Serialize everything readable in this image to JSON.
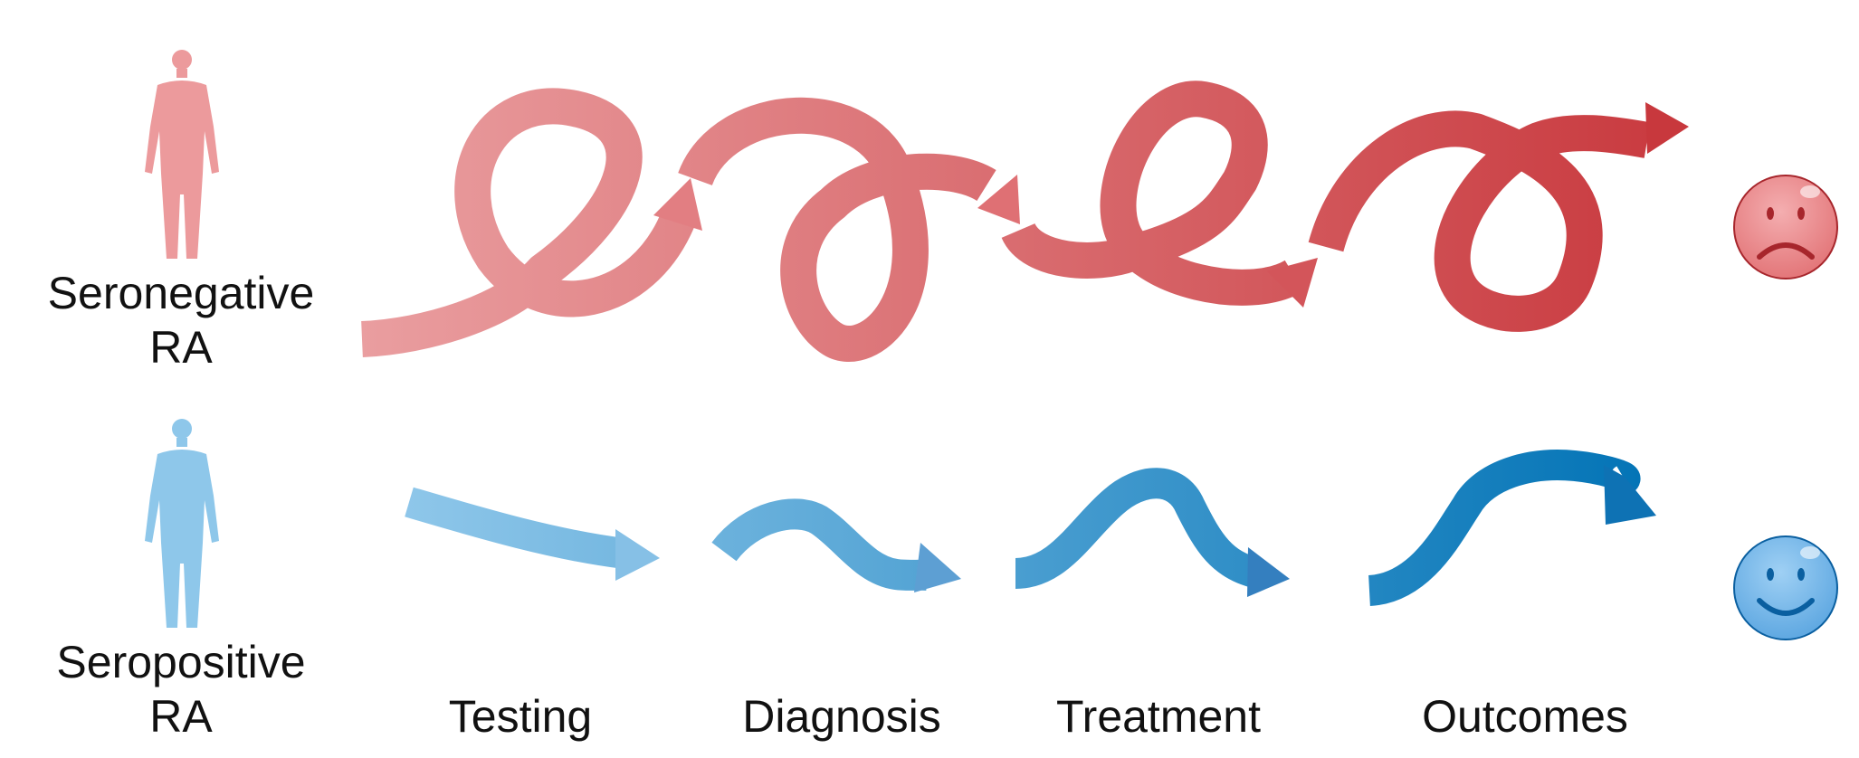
{
  "groups": {
    "seronegative": {
      "line1": "Seronegative",
      "line2": "RA",
      "outcome": "sad-face-icon"
    },
    "seropositive": {
      "line1": "Seropositive",
      "line2": "RA",
      "outcome": "happy-face-icon"
    }
  },
  "stages": [
    "Testing",
    "Diagnosis",
    "Treatment",
    "Outcomes"
  ],
  "colors": {
    "negative_light": "#ea9fa1",
    "negative_dark": "#c8383d",
    "positive_light": "#8fc7ea",
    "positive_dark": "#0072b5",
    "sad_face": "#e98385",
    "happy_face": "#6db3e6"
  }
}
